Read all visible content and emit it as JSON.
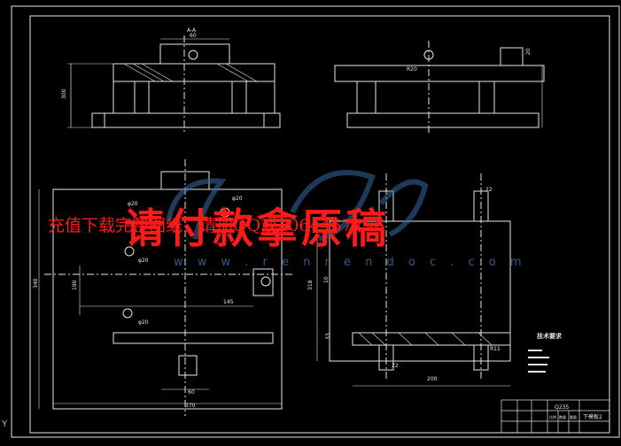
{
  "colors": {
    "background": "#000000",
    "line": "#e6e6e6",
    "watermark_red": "#ff1a1a",
    "watermark_blue": "#3a6aa0"
  },
  "watermark": {
    "big_text": "请付款拿原稿",
    "small_text": "充值下载完整图纸，请加QQ或1064457796",
    "site": "w w w . r e n r e n d o c . c o m"
  },
  "section_label": "A-A",
  "dims": {
    "top_60": "60",
    "top_r20": "R20",
    "top_20": "20",
    "left_300": "300",
    "plan_phi20_a": "φ20",
    "plan_phi20_b": "φ20",
    "plan_phi20_c": "φ20",
    "plan_phi20_d": "φ20",
    "plan_145": "145",
    "plan_60": "60",
    "plan_370": "370",
    "plan_190": "190",
    "plan_340": "340",
    "side_22a": "22",
    "side_22b": "22",
    "side_200": "200",
    "side_318": "318",
    "side_r11": "R11",
    "side_10": "10",
    "side_33": "33"
  },
  "tech_req_title": "技术要求",
  "title_block": {
    "material": "Q235",
    "name": "下模板2",
    "cells": [
      "比例",
      "数量",
      "重量"
    ]
  },
  "axis_label": "Y"
}
